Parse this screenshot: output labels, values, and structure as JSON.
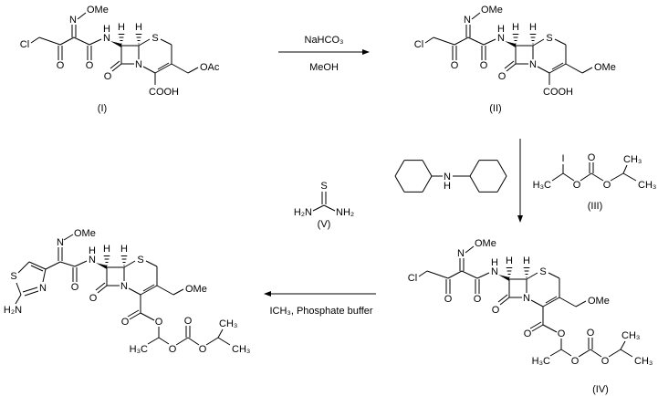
{
  "compounds": {
    "I": {
      "label": "(I)",
      "cl": "Cl",
      "o": "O",
      "n": "N",
      "s": "S",
      "h": "H",
      "ome": "OMe",
      "c3_substituent": "OAc",
      "acid": "COOH"
    },
    "II": {
      "label": "(II)",
      "cl": "Cl",
      "o": "O",
      "n": "N",
      "s": "S",
      "h": "H",
      "ome": "OMe",
      "c3_substituent": "OMe",
      "acid": "COOH"
    },
    "III": {
      "label": "(III)",
      "i": "I",
      "o": "O",
      "h3c": "H₃C",
      "ch3": "CH₃"
    },
    "IV": {
      "label": "(IV)",
      "cl": "Cl",
      "o": "O",
      "n": "N",
      "s": "S",
      "h": "H",
      "ome": "OMe",
      "c3_substituent": "OMe",
      "ester": {
        "o": "O",
        "h3c": "H₃C",
        "ch3": "CH₃"
      }
    },
    "V": {
      "label": "(V)",
      "s": "S",
      "h2n": "H₂N",
      "nh2": "NH₂"
    },
    "product": {
      "o": "O",
      "n": "N",
      "s": "S",
      "h": "H",
      "ome": "OMe",
      "c3_substituent": "OMe",
      "nh2": "H₂N",
      "ester": {
        "o": "O",
        "h3c": "H₃C",
        "ch3": "CH₃"
      }
    },
    "dicyclohexylamine": {
      "n": "N",
      "h": "H"
    }
  },
  "reactions": {
    "step1": {
      "reagent_top": "NaHCO₃",
      "reagent_bottom": "MeOH"
    },
    "step3": {
      "conditions": "ICH₃, Phosphate buffer"
    }
  }
}
